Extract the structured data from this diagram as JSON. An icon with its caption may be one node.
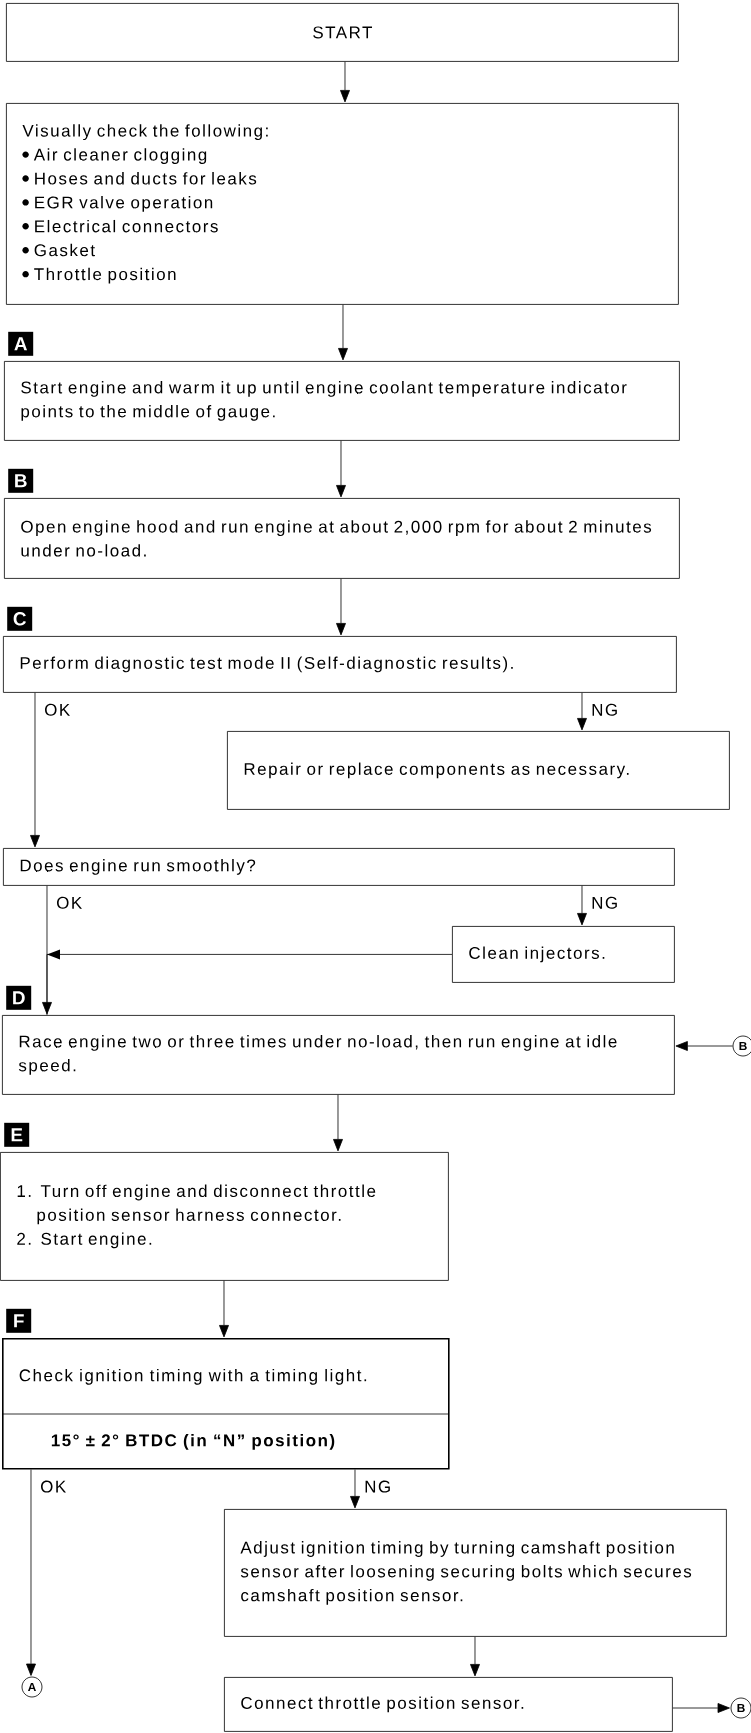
{
  "diagram": {
    "nodes": [
      {
        "text": [
          "START"
        ]
      },
      {
        "text": [
          "Visually check the following:",
          "Air cleaner clogging",
          "Hoses and ducts for leaks",
          "EGR valve operation",
          "Electrical connectors",
          "Gasket",
          "Throttle position"
        ]
      },
      {
        "text": [
          "Start engine and warm it up until engine coolant temperature indicator points to the middle of gauge."
        ],
        "beside": [
          "A"
        ]
      },
      {
        "text": [
          "Open engine hood and run engine at about 2,000 rpm for about 2 minutes under no-load."
        ],
        "beside": [
          "B"
        ]
      },
      {
        "text": [
          "Perform diagnostic test mode II (Self-diagnostic results)."
        ],
        "beside": [
          "C"
        ]
      },
      {
        "text": [
          "Repair or replace components as necessary."
        ]
      },
      {
        "text": [
          "Does engine run smoothly?"
        ]
      },
      {
        "text": [
          "Clean injectors."
        ]
      },
      {
        "text": [
          "Race engine two or three times under no-load, then run engine at idle speed."
        ],
        "beside": [
          "D"
        ]
      },
      {
        "text": [
          "B"
        ]
      },
      {
        "text": [
          "1. Turn off engine and disconnect throttle position sensor harness connector.",
          "2. Start engine."
        ],
        "beside": [
          "E"
        ]
      },
      {
        "text": [
          "Check ignition timing with a timing light.",
          "15° ± 2° BTDC (in “N” position)"
        ],
        "beside": [
          "F"
        ]
      },
      {
        "text": [
          "Adjust ignition timing by turning camshaft position sensor after loosening securing bolts which secures camshaft position sensor."
        ]
      },
      {
        "text": [
          "A"
        ]
      },
      {
        "text": [
          "Connect throttle position sensor."
        ]
      },
      {
        "text": [
          "B"
        ]
      }
    ],
    "edges": [
      {
        "from": 0,
        "to": 1,
        "arrow": "to"
      },
      {
        "from": 1,
        "to": 2,
        "arrow": "to"
      },
      {
        "from": 2,
        "to": 3,
        "arrow": "to"
      },
      {
        "from": 3,
        "to": 4,
        "arrow": "to"
      },
      {
        "from": 4,
        "to": 6,
        "arrow": "to",
        "label": "OK"
      },
      {
        "from": 4,
        "to": 5,
        "arrow": "to",
        "label": "NG"
      },
      {
        "from": 6,
        "to": 8,
        "arrow": "to",
        "label": "OK"
      },
      {
        "from": 6,
        "to": 7,
        "arrow": "to",
        "label": "NG"
      },
      {
        "from": 7,
        "to": 8,
        "arrow": "to"
      },
      {
        "from": 9,
        "to": 8,
        "arrow": "to"
      },
      {
        "from": 8,
        "to": 10,
        "arrow": "to"
      },
      {
        "from": 10,
        "to": 11,
        "arrow": "to"
      },
      {
        "from": 11,
        "to": 13,
        "arrow": "to",
        "label": "OK"
      },
      {
        "from": 11,
        "to": 12,
        "arrow": "to",
        "label": "NG"
      },
      {
        "from": 12,
        "to": 14,
        "arrow": "to"
      },
      {
        "from": 14,
        "to": 15,
        "arrow": "to"
      }
    ]
  }
}
